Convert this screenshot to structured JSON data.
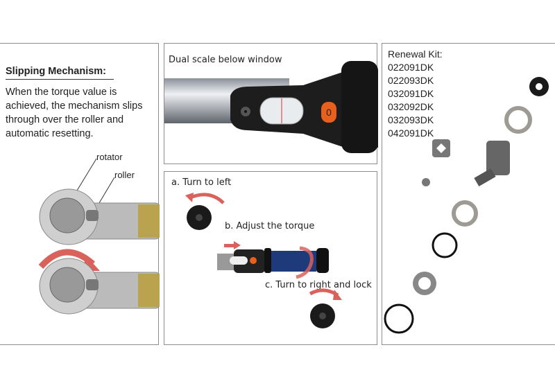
{
  "slipping": {
    "title": "Slipping Mechanism:",
    "description": "When the torque value is achieved, the mechanism slips through over the roller and automatic resetting.",
    "labels": {
      "rotator": "rotator",
      "roller": "roller"
    }
  },
  "scale": {
    "caption": "Dual scale below window",
    "button_value": "0"
  },
  "adjust": {
    "step_a": "a. Turn to left",
    "step_b": "b. Adjust the torque",
    "step_c": "c. Turn to right and lock"
  },
  "kit": {
    "title": "Renewal Kit:",
    "codes": [
      "022091DK",
      "022093DK",
      "032091DK",
      "032092DK",
      "032093DK",
      "042091DK"
    ]
  },
  "colors": {
    "arrow": "#d9625c",
    "orange": "#e8601c",
    "grip": "#1f3a7a",
    "border": "#8c8c8c"
  }
}
